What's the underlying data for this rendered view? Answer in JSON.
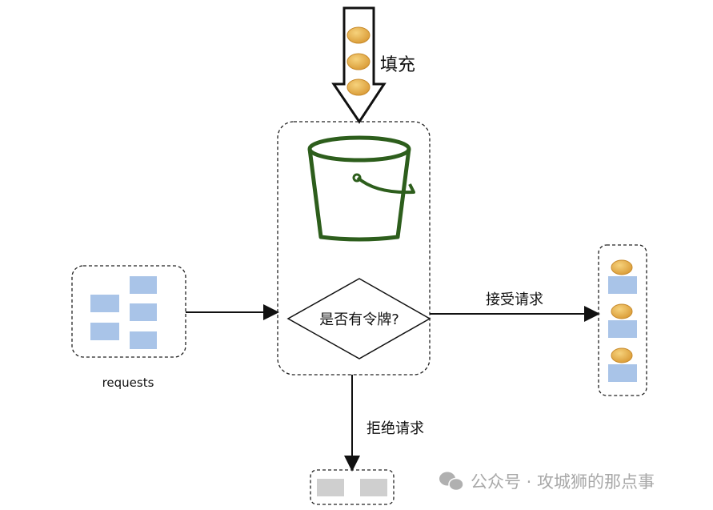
{
  "diagram": {
    "fill_label": "填充",
    "decision_label": "是否有令牌?",
    "accept_label": "接受请求",
    "reject_label": "拒绝请求",
    "requests_label": "requests"
  },
  "watermark": {
    "icon": "wechat-icon",
    "text": "公众号 · 攻城狮的那点事"
  },
  "colors": {
    "bucket": "#2d5e1c",
    "request_block": "#a9c4e8",
    "rejected_block": "#cfcfcf",
    "token": "#e9b654"
  }
}
